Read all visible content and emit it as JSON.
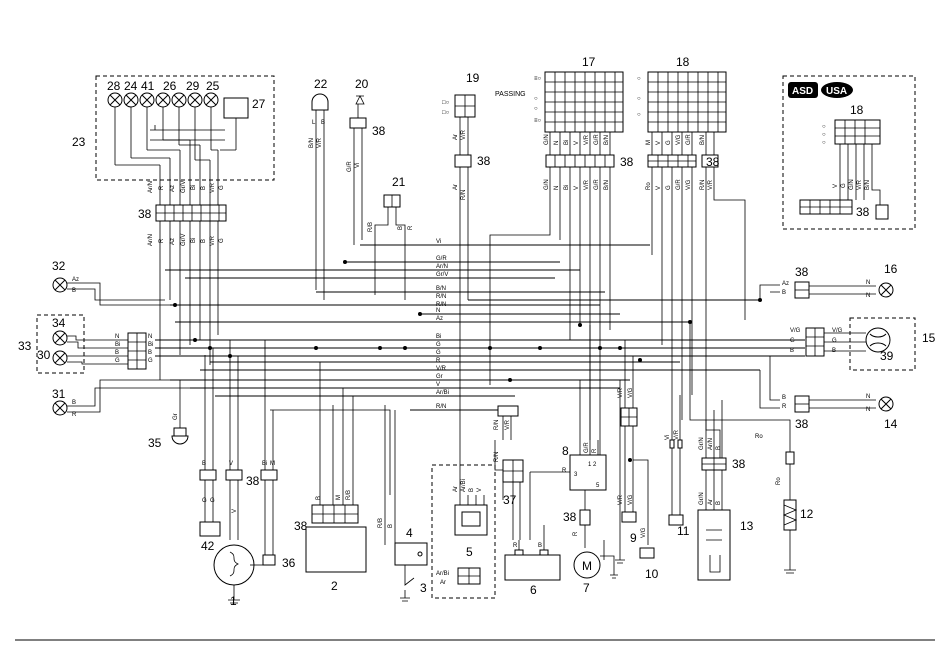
{
  "component_numbers": {
    "n1": "1",
    "n2": "2",
    "n3": "3",
    "n4": "4",
    "n5": "5",
    "n6": "6",
    "n7": "7",
    "n8": "8",
    "n9": "9",
    "n10": "10",
    "n11": "11",
    "n12": "12",
    "n13": "13",
    "n14": "14",
    "n15": "15",
    "n16": "16",
    "n17": "17",
    "n18": "18",
    "n18b": "18",
    "n19": "19",
    "n20": "20",
    "n21": "21",
    "n22": "22",
    "n23": "23",
    "n24": "24",
    "n25": "25",
    "n26": "26",
    "n27": "27",
    "n28": "28",
    "n29": "29",
    "n30": "30",
    "n31": "31",
    "n32": "32",
    "n33": "33",
    "n34": "34",
    "n35": "35",
    "n36": "36",
    "n37": "37",
    "n38": "38",
    "n39": "39",
    "n41": "41",
    "n42": "42"
  },
  "dash_labels": {
    "passing": "PASSING",
    "asd": "ASD",
    "usa": "USA"
  },
  "wire_codes": {
    "vi": "Vi",
    "g_r": "G/R",
    "ar_n": "Ar/N",
    "gr_v": "Gr/V",
    "b_n": "B/N",
    "r_n": "R/N",
    "n": "N",
    "az": "Az",
    "bi": "Bi",
    "g": "G",
    "r": "R",
    "v_r": "V/R",
    "gr": "Gr",
    "v": "V",
    "ar_bi": "Ar/Bi",
    "b": "B",
    "v_g": "V/G",
    "ro": "Ro",
    "m": "M",
    "r_b": "R/B",
    "l": "L",
    "ar": "Ar",
    "gr_n": "Gr/N",
    "g_n": "G/N"
  },
  "motor_label": "M",
  "colors": {
    "line": "#000000",
    "background": "#ffffff",
    "badge": "#000000"
  }
}
